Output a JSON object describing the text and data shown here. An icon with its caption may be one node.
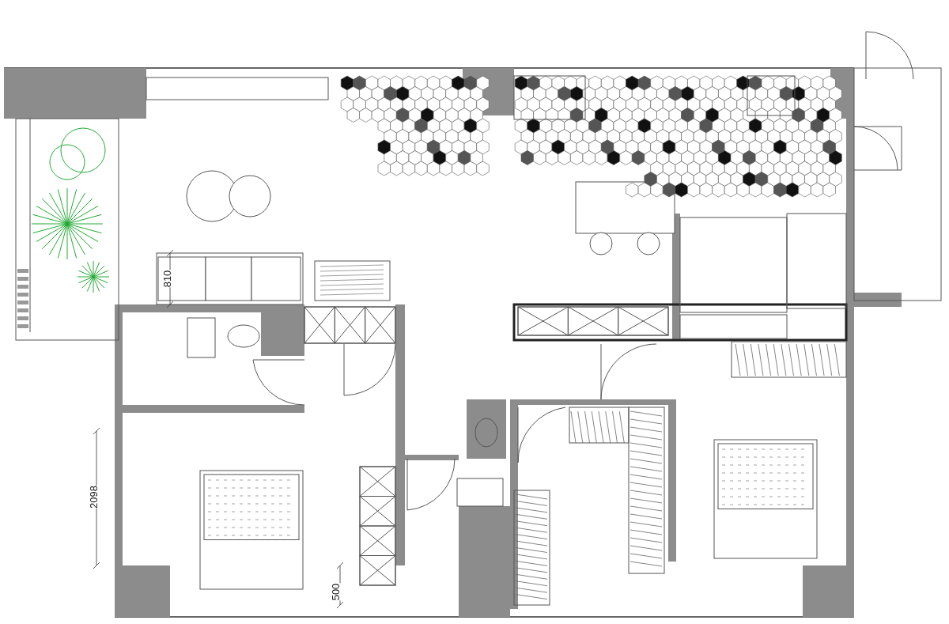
{
  "diagram": {
    "labels": [
      "810",
      "2098",
      "500"
    ]
  }
}
